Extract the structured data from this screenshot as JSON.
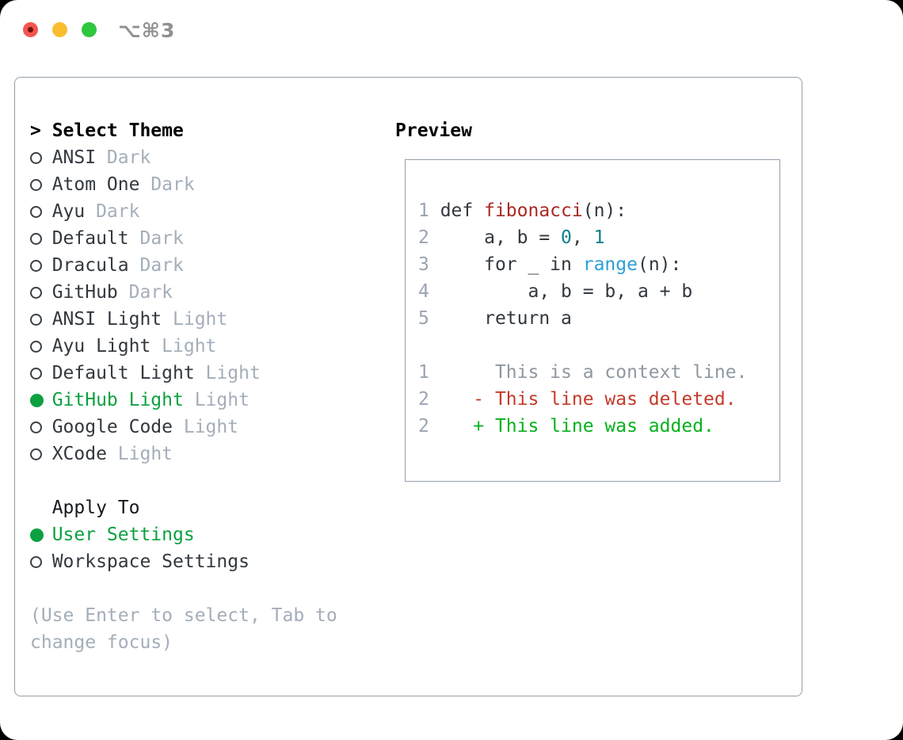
{
  "window": {
    "shortcut_label": "⌥⌘3"
  },
  "colors": {
    "accent_green": "#0ca140",
    "added_green": "#06b11d",
    "deleted_red": "#c33b2a",
    "function_red": "#a82a23",
    "number_teal": "#0b7f8a",
    "call_blue": "#2b9fd6",
    "text_dark": "#32383f",
    "muted_gray": "#a4aeba",
    "linenum_gray": "#9aa4b1",
    "context_gray": "#8f98a2",
    "border_gray": "#95a0ac"
  },
  "theme_selector": {
    "header": {
      "marker": ">",
      "label": "Select Theme"
    },
    "items": [
      {
        "name": "ANSI",
        "variant": "Dark",
        "selected": false
      },
      {
        "name": "Atom One",
        "variant": "Dark",
        "selected": false
      },
      {
        "name": "Ayu",
        "variant": "Dark",
        "selected": false
      },
      {
        "name": "Default",
        "variant": "Dark",
        "selected": false
      },
      {
        "name": "Dracula",
        "variant": "Dark",
        "selected": false
      },
      {
        "name": "GitHub",
        "variant": "Dark",
        "selected": false
      },
      {
        "name": "ANSI Light",
        "variant": "Light",
        "selected": false
      },
      {
        "name": "Ayu Light",
        "variant": "Light",
        "selected": false
      },
      {
        "name": "Default Light",
        "variant": "Light",
        "selected": false
      },
      {
        "name": "GitHub Light",
        "variant": "Light",
        "selected": true
      },
      {
        "name": "Google Code",
        "variant": "Light",
        "selected": false
      },
      {
        "name": "XCode",
        "variant": "Light",
        "selected": false
      }
    ],
    "apply_to": {
      "label": "Apply To",
      "options": [
        {
          "label": "User Settings",
          "selected": true
        },
        {
          "label": "Workspace Settings",
          "selected": false
        }
      ]
    },
    "help_lines": [
      "(Use Enter to select, Tab to",
      "change focus)"
    ]
  },
  "preview": {
    "label": "Preview",
    "lines": [
      [
        {
          "t": "1 ",
          "c": "ln"
        },
        {
          "t": "def ",
          "c": "code"
        },
        {
          "t": "fibonacci",
          "c": "fn"
        },
        {
          "t": "(n):",
          "c": "code"
        }
      ],
      [
        {
          "t": "2 ",
          "c": "ln"
        },
        {
          "t": "    a, b = ",
          "c": "code"
        },
        {
          "t": "0",
          "c": "num"
        },
        {
          "t": ", ",
          "c": "code"
        },
        {
          "t": "1",
          "c": "num"
        }
      ],
      [
        {
          "t": "3 ",
          "c": "ln"
        },
        {
          "t": "    for _ in ",
          "c": "code"
        },
        {
          "t": "range",
          "c": "call"
        },
        {
          "t": "(n):",
          "c": "code"
        }
      ],
      [
        {
          "t": "4 ",
          "c": "ln"
        },
        {
          "t": "        a, b = b, a + b",
          "c": "code"
        }
      ],
      [
        {
          "t": "5 ",
          "c": "ln"
        },
        {
          "t": "    return a",
          "c": "code"
        }
      ],
      [],
      [
        {
          "t": "1",
          "c": "ln"
        },
        {
          "t": "      This is a context line.",
          "c": "ctx"
        }
      ],
      [
        {
          "t": "2",
          "c": "ln"
        },
        {
          "t": "    - This line was deleted.",
          "c": "del"
        }
      ],
      [
        {
          "t": "2",
          "c": "ln"
        },
        {
          "t": "    + This line was added.",
          "c": "add"
        }
      ]
    ]
  }
}
